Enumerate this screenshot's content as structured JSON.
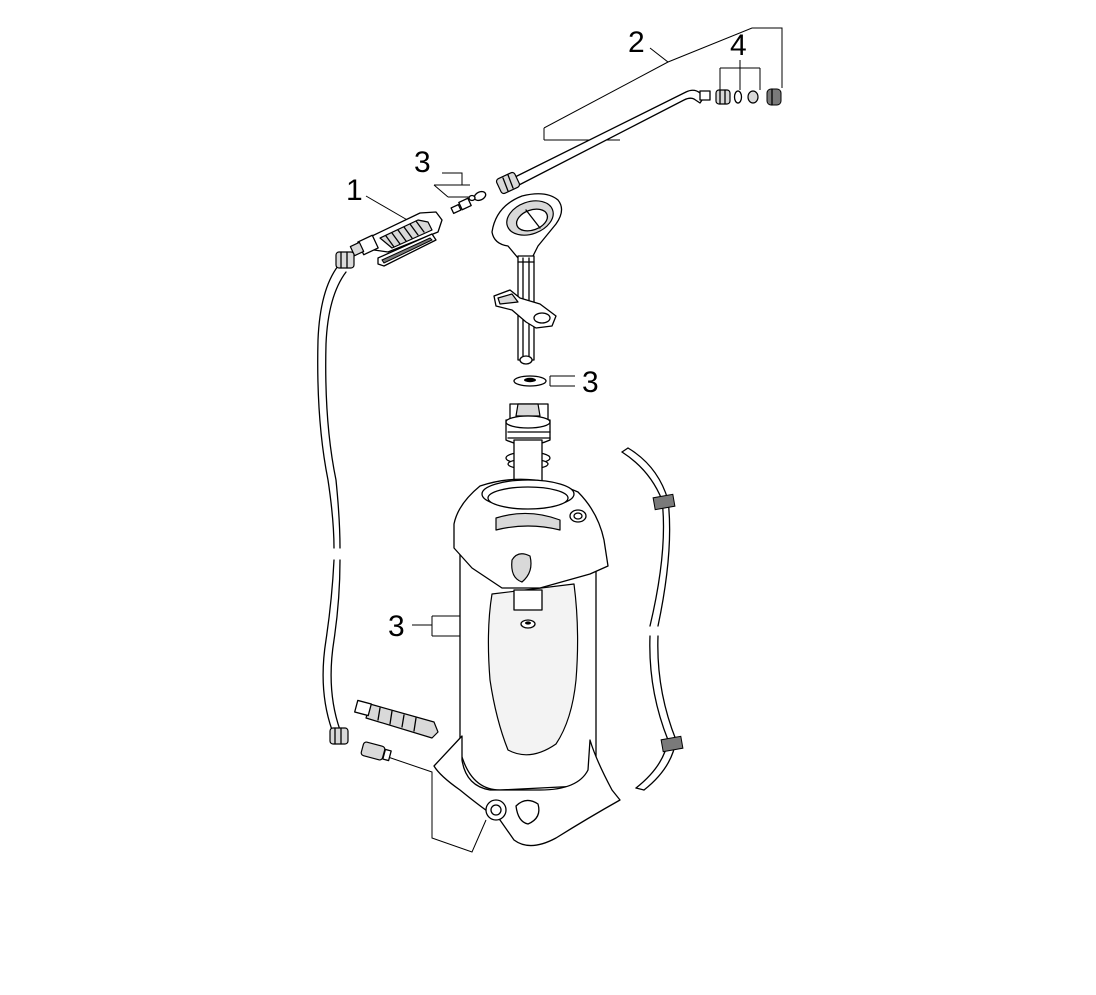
{
  "diagram": {
    "background_color": "#ffffff",
    "line_color": "#000000",
    "part_labels": [
      {
        "id": "lance",
        "text": "2"
      },
      {
        "id": "nozzle-kit",
        "text": "4"
      },
      {
        "id": "hose-seals",
        "text": "3"
      },
      {
        "id": "spray-handle",
        "text": "1"
      },
      {
        "id": "pump-seal",
        "text": "3"
      },
      {
        "id": "tank-seal",
        "text": "3"
      }
    ]
  }
}
